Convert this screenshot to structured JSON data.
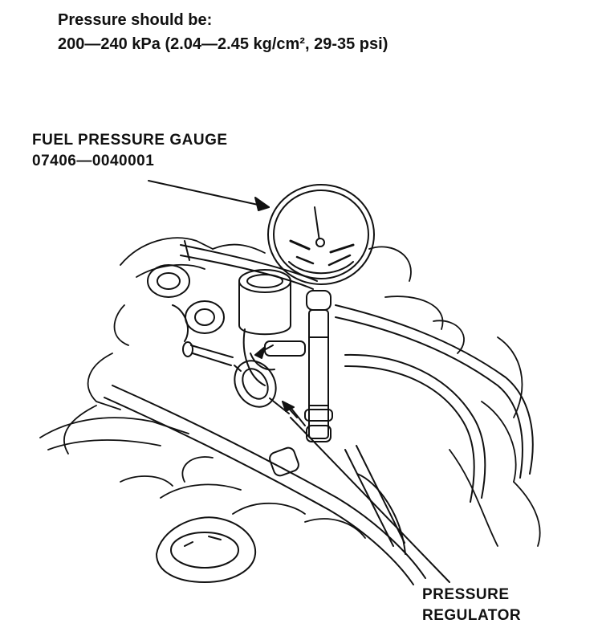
{
  "spec": {
    "line1": "Pressure should be:",
    "line2": "200—240 kPa (2.04—2.45 kg/cm², 29-35 psi)"
  },
  "labels": {
    "gauge_name": "FUEL PRESSURE GAUGE",
    "gauge_part_number": "07406—0040001",
    "regulator_line1": "PRESSURE",
    "regulator_line2": "REGULATOR"
  },
  "colors": {
    "ink": "#111111",
    "background": "#ffffff"
  }
}
